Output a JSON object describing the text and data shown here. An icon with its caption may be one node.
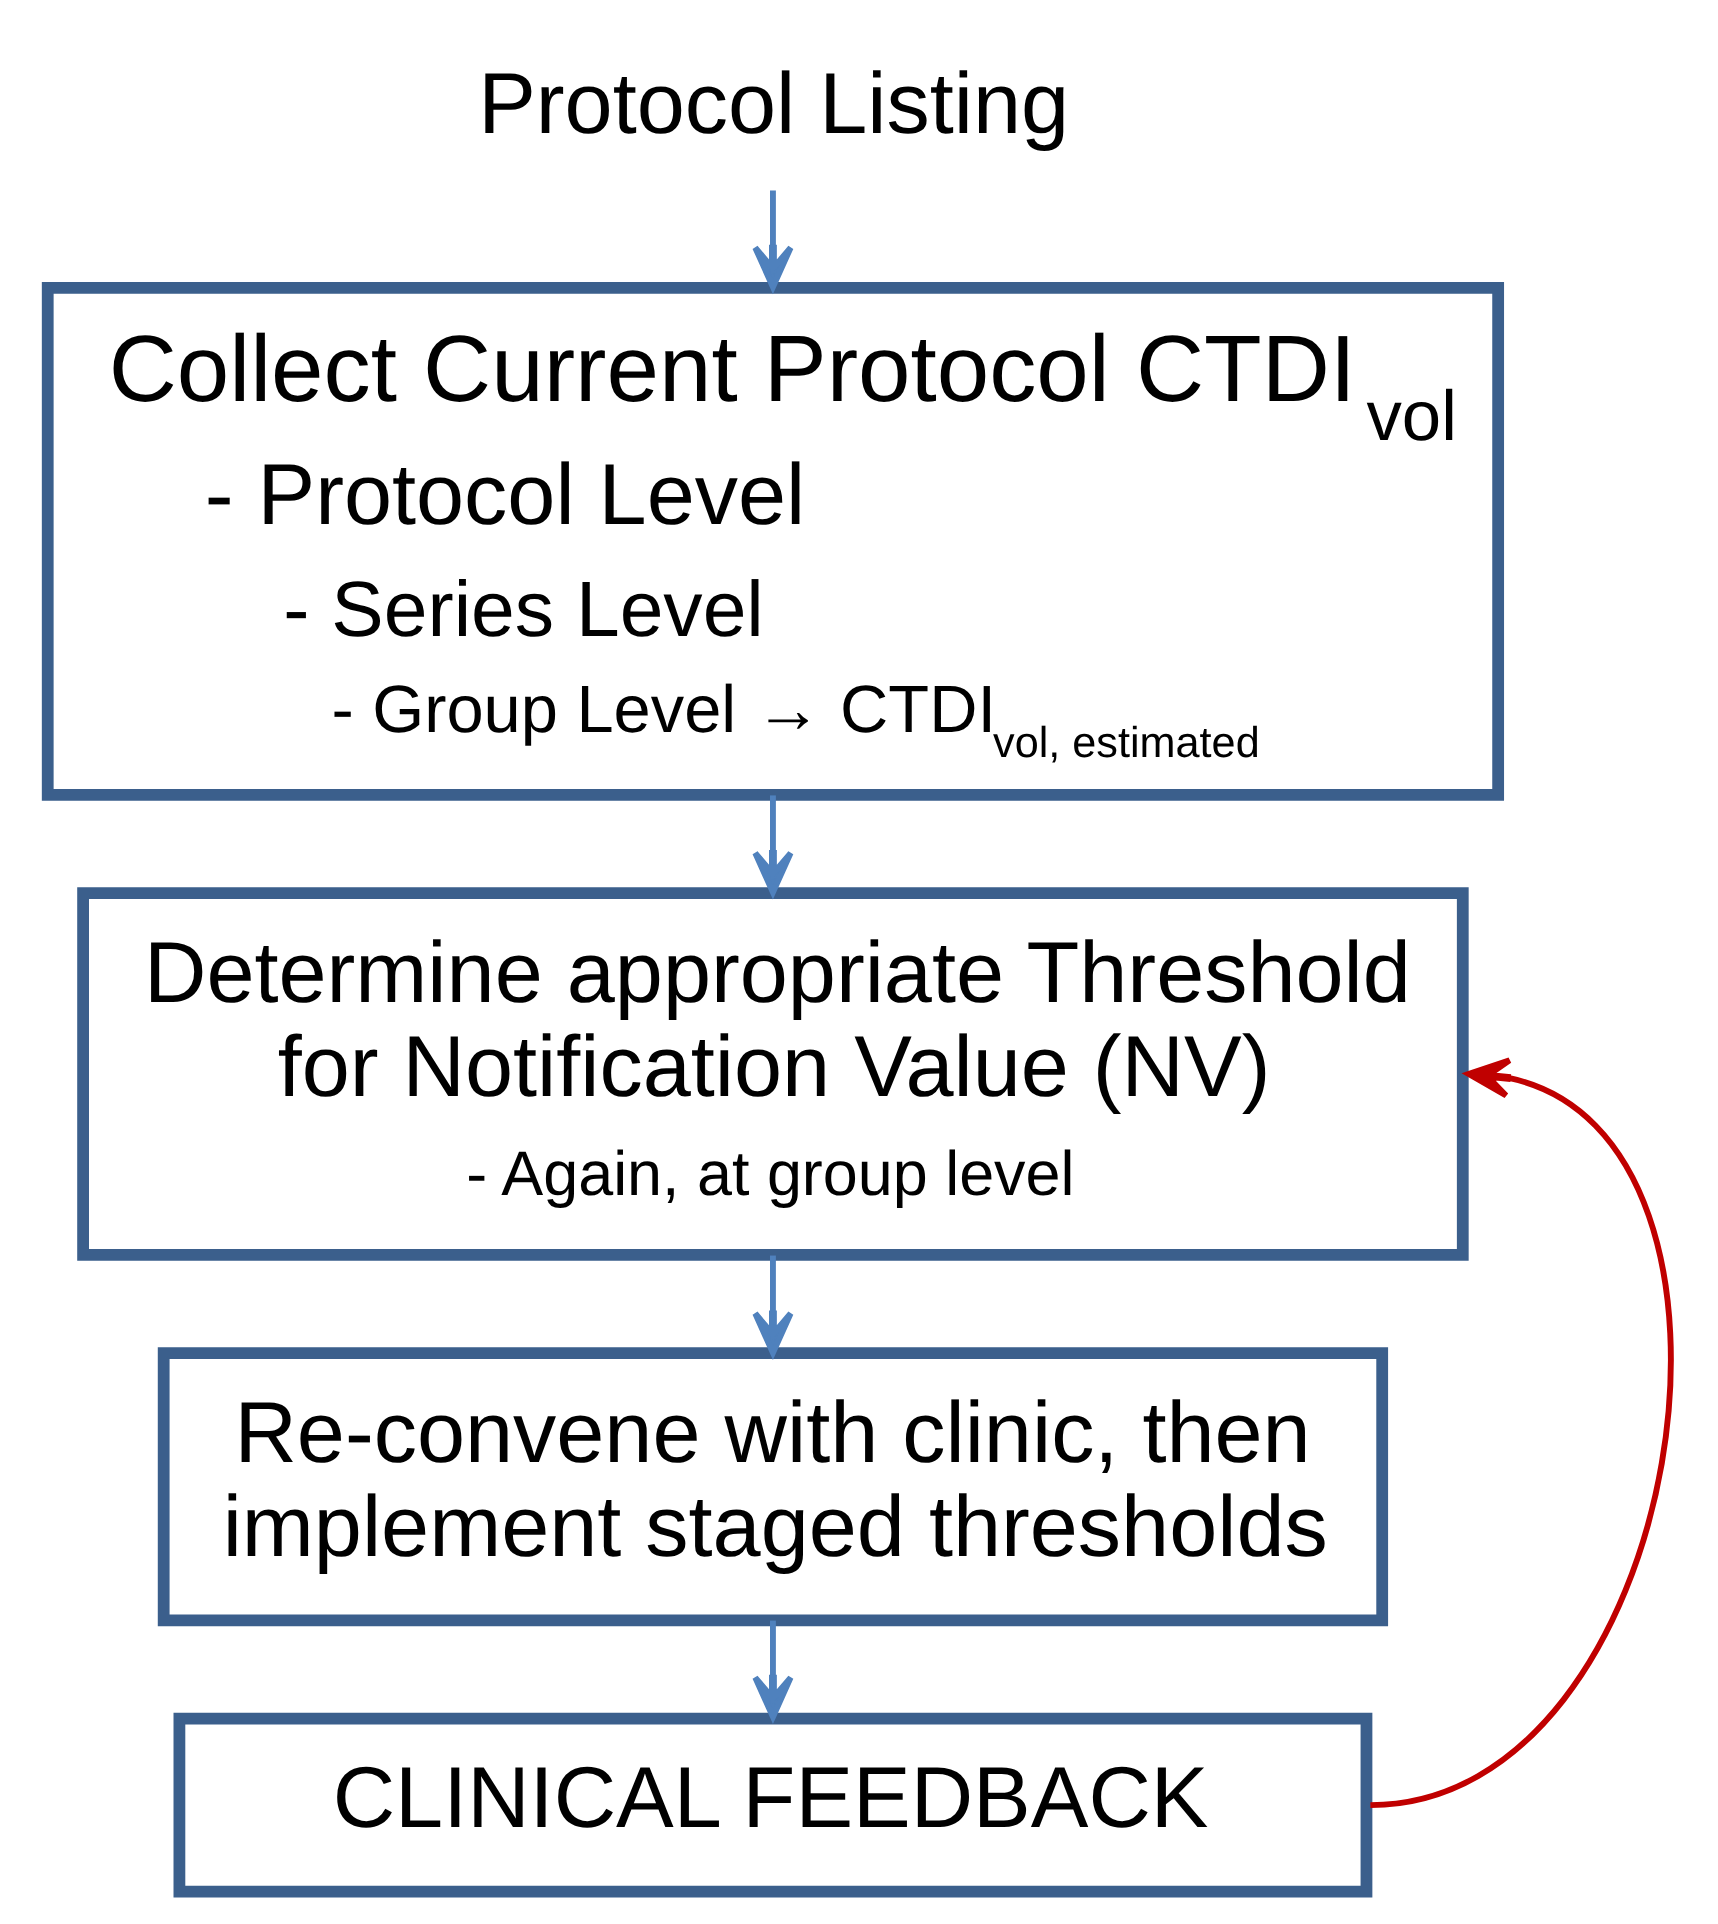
{
  "diagram": {
    "nodes": [
      {
        "text": [
          "Protocol Listing"
        ]
      },
      {
        "text": [
          "Collect Current Protocol CTDI$_{vol}$",
          "- Protocol Level",
          "- Series Level",
          "- Group Level → CTDI$_{vol, estimated}$"
        ]
      },
      {
        "text": [
          "Determine appropriate Threshold for Notification Value (NV)",
          "- Again, at group level"
        ]
      },
      {
        "text": [
          "Re-convene with clinic, then implement staged thresholds"
        ]
      },
      {
        "text": [
          "CLINICAL FEEDBACK"
        ]
      }
    ],
    "edges": [
      {
        "from": 0,
        "to": 1,
        "arrow": "to"
      },
      {
        "from": 1,
        "to": 2,
        "arrow": "to"
      },
      {
        "from": 2,
        "to": 3,
        "arrow": "to"
      },
      {
        "from": 3,
        "to": 4,
        "arrow": "to"
      },
      {
        "from": 4,
        "to": 2,
        "arrow": "to",
        "color": "#c00000"
      }
    ]
  }
}
